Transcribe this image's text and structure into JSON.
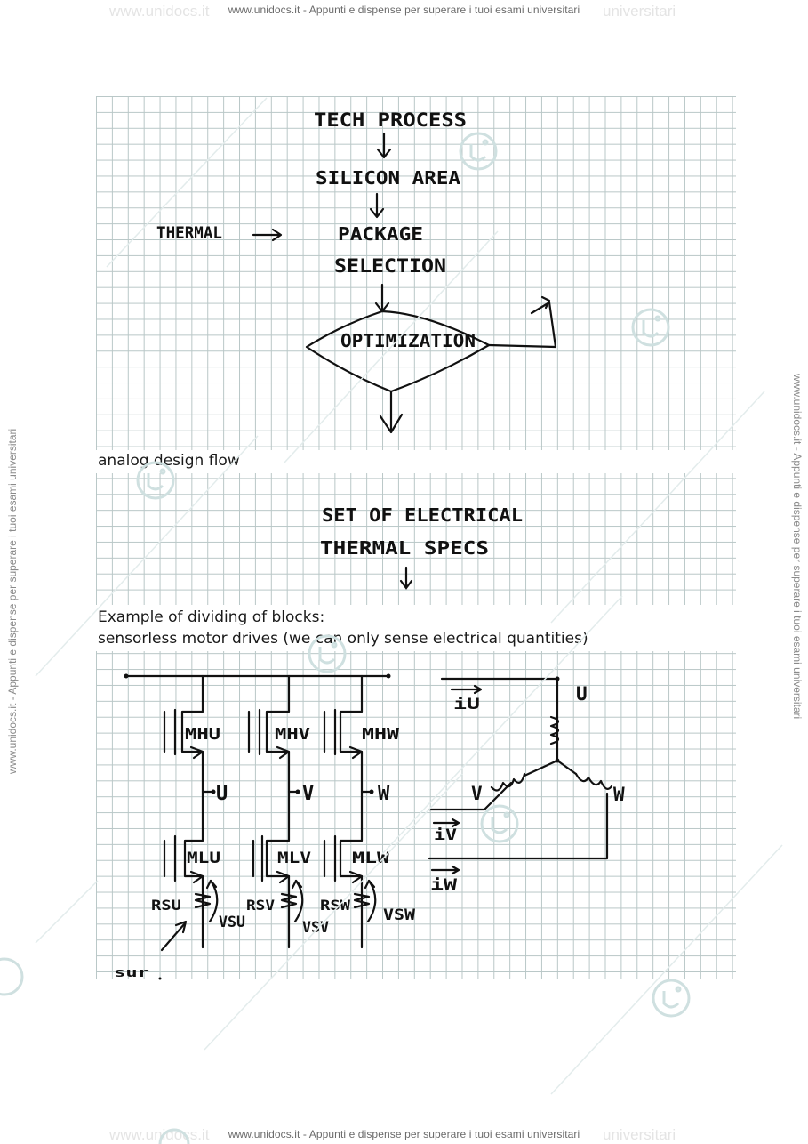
{
  "watermark": {
    "header": "www.unidocs.it - Appunti e dispense per superare i tuoi esami universitari",
    "footer": "www.unidocs.it - Appunti e dispense per superare i tuoi esami universitari",
    "side_left": "www.unidocs.it - Appunti e dispense per superare i tuoi esami universitari",
    "side_right": "www.unidocs.it - Appunti e dispense per superare i tuoi esami universitari",
    "ghost_left": "www.unidocs.it",
    "ghost_right": "universitari",
    "logo_icon": "unidocs-logo-icon"
  },
  "sketch1": {
    "tech_process": "TECH PROCESS",
    "silicon_area": "SILICON AREA",
    "thermal": "THERMAL",
    "package": "PACKAGE",
    "selection": "SELECTION",
    "optimization": "OPTIMIZATION"
  },
  "caption1": "analog design flow",
  "sketch2": {
    "line1": "SET OF ELECTRICAL",
    "line2": "THERMAL SPECS"
  },
  "caption2": {
    "line1": "Example of dividing of blocks:",
    "line2": "sensorless motor drives (we can only sense electrical quantities)"
  },
  "circuit": {
    "high_side": [
      "MHU",
      "MHV",
      "MHW"
    ],
    "low_side": [
      "MLU",
      "MLV",
      "MLW"
    ],
    "phase_nodes": [
      "U",
      "V",
      "W"
    ],
    "sense_resistors": [
      "RSU",
      "RSV",
      "RSW"
    ],
    "sense_voltages": [
      "VSU",
      "VSV",
      "VSW"
    ],
    "note": "sur",
    "currents": [
      "iU",
      "iV",
      "iW"
    ],
    "motor_terminals": [
      "U",
      "V",
      "W"
    ]
  }
}
